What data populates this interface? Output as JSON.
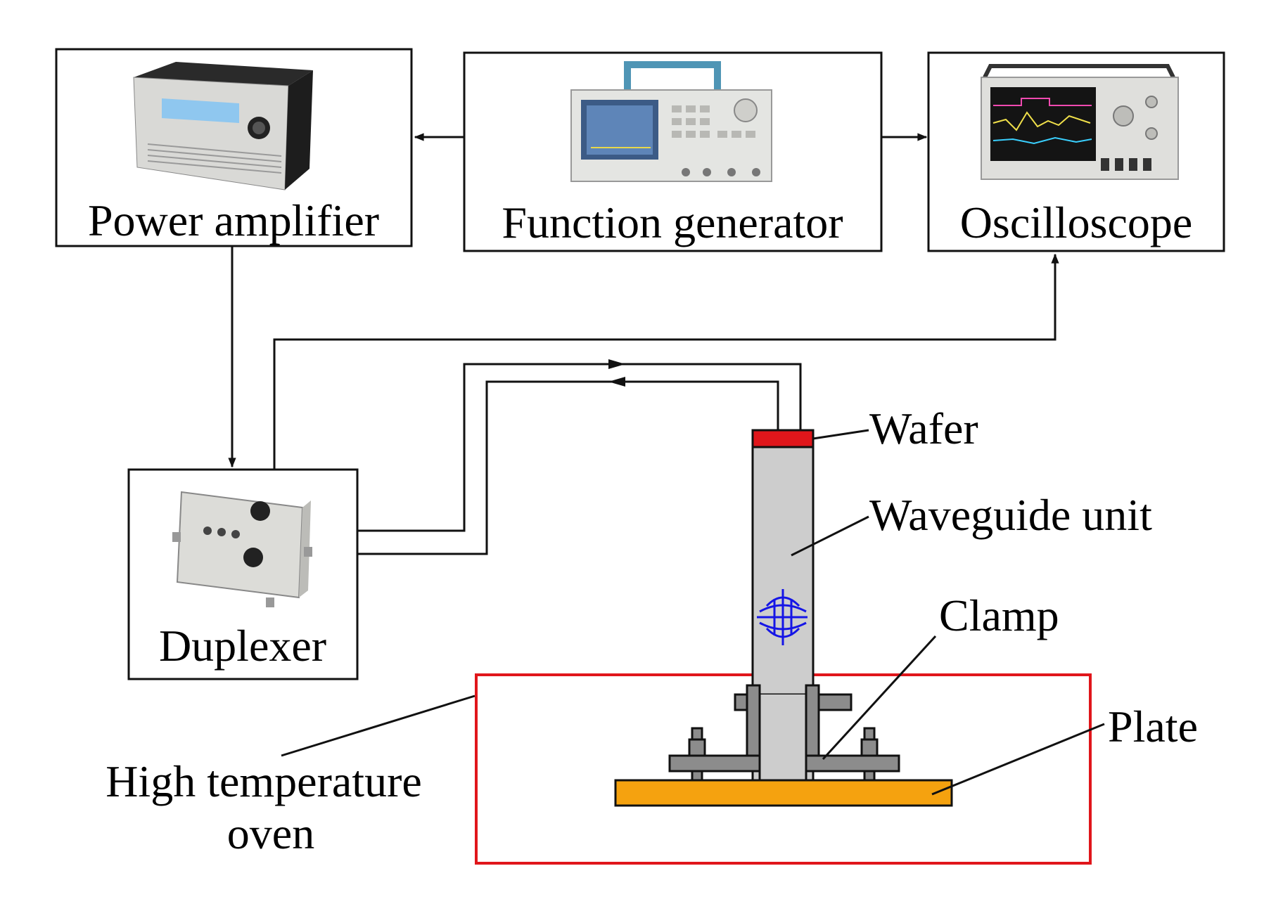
{
  "devices": {
    "power_amplifier": {
      "label": "Power amplifier",
      "icon": "power-amplifier-icon"
    },
    "function_generator": {
      "label": "Function generator",
      "icon": "function-generator-icon"
    },
    "oscilloscope": {
      "label": "Oscilloscope",
      "icon": "oscilloscope-icon"
    },
    "duplexer": {
      "label": "Duplexer",
      "icon": "duplexer-icon"
    }
  },
  "callouts": {
    "wafer": "Wafer",
    "waveguide_unit": "Waveguide unit",
    "clamp": "Clamp",
    "plate": "Plate",
    "oven_line1": "High temperature",
    "oven_line2": "oven"
  },
  "colors": {
    "wafer": "#e0161b",
    "waveguide": "#cdcdcd",
    "clamp": "#8c8c8c",
    "plate": "#f5a20f",
    "oven_border": "#e0161b",
    "wave_signal": "#1515e6",
    "line": "#111111"
  }
}
